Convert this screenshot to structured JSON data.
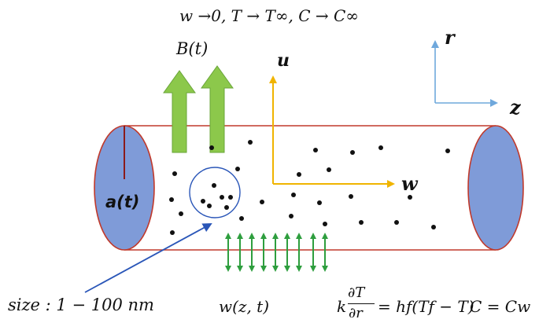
{
  "labels": {
    "far_field": "w →0,  T → T∞,  C → C∞",
    "magnetic_field": "B(t)",
    "axis_u": "u",
    "axis_w": "w",
    "axis_r": "r",
    "axis_z": "z",
    "radius": "a(t)",
    "size": "size : 1 − 100 nm",
    "wall_velocity": "w(z, t)",
    "bc_k": "k",
    "bc_dT": "∂T",
    "bc_dr": "∂r",
    "bc_rhs": "= hf(Tf − T)",
    "bc_concentration": "C = Cw"
  },
  "colors": {
    "tube_outline": "#c0392b",
    "end_cap_fill": "#7f9bd8",
    "field_arrow": "#8cc84b",
    "velocity_axis": "#f0b400",
    "coord_axis": "#6fa8dc",
    "pointer_arrow": "#2a56b8",
    "wall_arrows": "#2e9e3e",
    "particles": "#111111"
  }
}
